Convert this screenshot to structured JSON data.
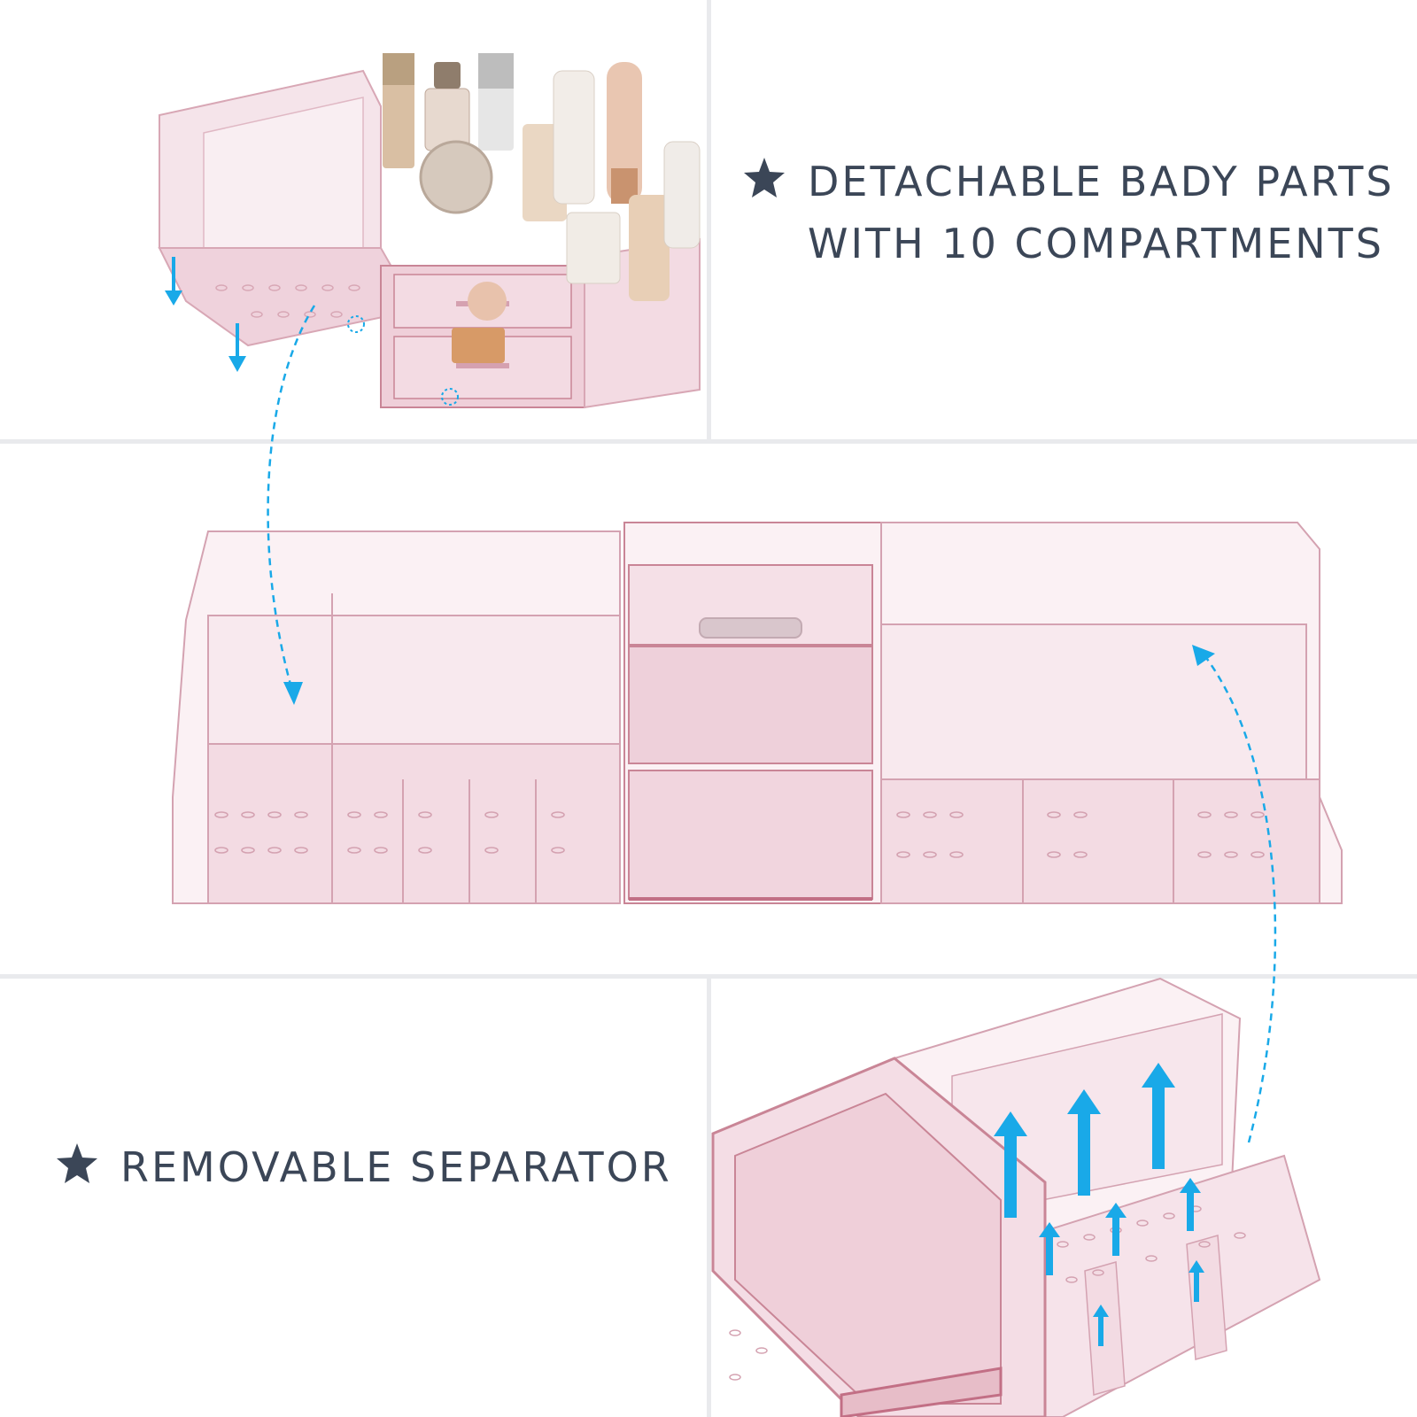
{
  "features": [
    {
      "lines": [
        "DETACHABLE BADY PARTS",
        "WITH 10 COMPARTMENTS"
      ],
      "icon": "star-icon"
    },
    {
      "lines": [
        "REMOVABLE SEPARATOR"
      ],
      "icon": "star-icon"
    }
  ],
  "colors": {
    "text": "#3b4657",
    "accent_arrow": "#19a9e8",
    "acrylic_pink": "#e7bdc8",
    "acrylic_edge": "#c98596",
    "divider": "#e9eaed"
  }
}
